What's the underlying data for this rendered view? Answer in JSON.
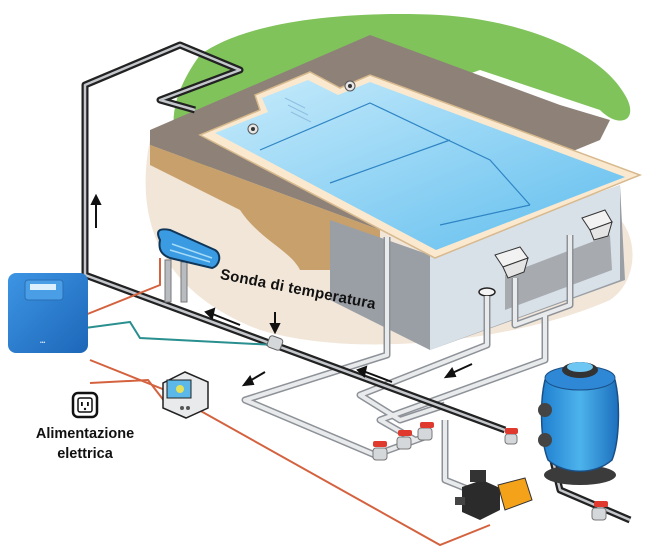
{
  "diagram": {
    "subject": "Impianto piscina con elettrolisi del sale e sonda di temperatura",
    "labels": {
      "temperature_probe": "Sonda di temperatura",
      "power_supply_line1": "Alimentazione",
      "power_supply_line2": "elettrica"
    },
    "components": [
      {
        "id": "pool",
        "name": "Piscina"
      },
      {
        "id": "control-unit",
        "name": "Centralina"
      },
      {
        "id": "electrolysis-cell",
        "name": "Cella elettrolitica"
      },
      {
        "id": "timer-box",
        "name": "Quadro elettrico"
      },
      {
        "id": "sand-filter",
        "name": "Filtro a sabbia"
      },
      {
        "id": "pump",
        "name": "Pompa"
      },
      {
        "id": "skimmer-1",
        "name": "Skimmer"
      },
      {
        "id": "skimmer-2",
        "name": "Skimmer"
      },
      {
        "id": "main-drain",
        "name": "Presa di fondo"
      },
      {
        "id": "return-inlets",
        "name": "Bocchette di mandata"
      },
      {
        "id": "power-socket",
        "name": "Presa elettrica"
      }
    ],
    "colors": {
      "water_light": "#a9dcf5",
      "water_dark": "#4fb3e8",
      "grass": "#7fc35a",
      "deck": "#8e8278",
      "soil": "#c8a06b",
      "ground": "#f1e6d8",
      "device_blue": "#2b7fd3",
      "return_pipe": "#2b2b2b",
      "suction_pipe": "#c9ccd0",
      "power_cable": "#d4623f",
      "sensor_cable": "#2a8f8f",
      "valve_red": "#e03a2f"
    }
  }
}
